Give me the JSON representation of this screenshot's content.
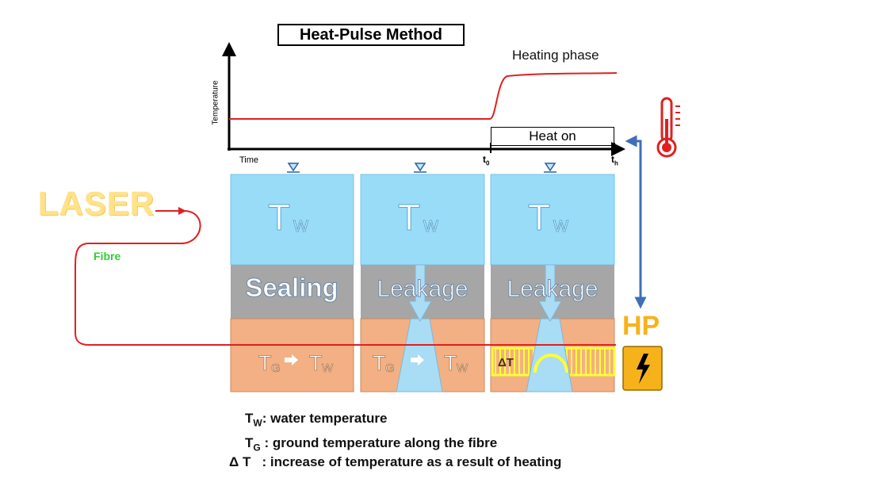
{
  "title": "Heat-Pulse Method",
  "chart": {
    "y_axis_label": "Temperature",
    "x_axis_label": "Time",
    "phase_label": "Heating phase",
    "heat_on_label": "Heat on",
    "t0_label": "t",
    "t0_sub": "0",
    "th_label": "t",
    "th_sub": "h"
  },
  "laser_label": "LASER",
  "fibre_label": "Fibre",
  "hp_label": "HP",
  "panels": [
    {
      "water_main": "T",
      "water_sub": "W",
      "middle_label": "Sealing",
      "ground_a": "T",
      "ground_a_sub": "G",
      "ground_b": "T",
      "ground_b_sub": "W"
    },
    {
      "water_main": "T",
      "water_sub": "W",
      "middle_label": "Leakage",
      "ground_a": "T",
      "ground_a_sub": "G",
      "ground_b": "T",
      "ground_b_sub": "W"
    },
    {
      "water_main": "T",
      "water_sub": "W",
      "middle_label": "Leakage",
      "ground_delta": "ΔT"
    }
  ],
  "legend": [
    {
      "symbol": "T",
      "sub": "W",
      "text": ": water temperature"
    },
    {
      "symbol": "T",
      "sub": "G",
      "text": " : ground temperature along the fibre"
    },
    {
      "symbol": "Δ T",
      "sub": "",
      "text": "   : increase of temperature as a result of heating"
    }
  ],
  "colors": {
    "water": "#99dcf8",
    "sealing": "#a6a6a6",
    "ground": "#f3b084",
    "fibre": "#e02020",
    "hp_connector": "#3f6fb8",
    "heat_zone": "#ffff33",
    "flow": "#a9dcf5",
    "thermometer": "#e02020",
    "hp_box": "#f5b21a"
  },
  "icons": [
    "water-level-icon",
    "thermometer-icon",
    "lightning-icon",
    "arrow-right-icon"
  ]
}
